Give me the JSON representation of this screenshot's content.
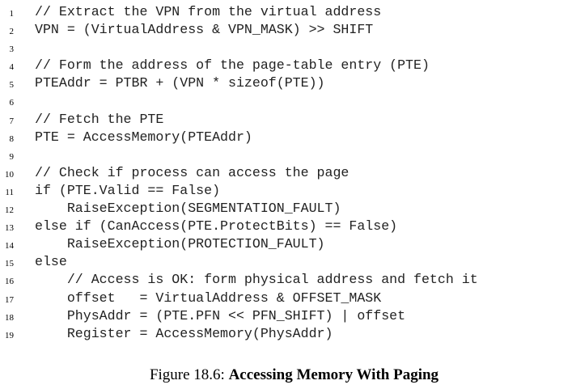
{
  "code_lines": [
    {
      "num": "1",
      "text": "// Extract the VPN from the virtual address"
    },
    {
      "num": "2",
      "text": "VPN = (VirtualAddress & VPN_MASK) >> SHIFT"
    },
    {
      "num": "3",
      "text": ""
    },
    {
      "num": "4",
      "text": "// Form the address of the page-table entry (PTE)"
    },
    {
      "num": "5",
      "text": "PTEAddr = PTBR + (VPN * sizeof(PTE))"
    },
    {
      "num": "6",
      "text": ""
    },
    {
      "num": "7",
      "text": "// Fetch the PTE"
    },
    {
      "num": "8",
      "text": "PTE = AccessMemory(PTEAddr)"
    },
    {
      "num": "9",
      "text": ""
    },
    {
      "num": "10",
      "text": "// Check if process can access the page"
    },
    {
      "num": "11",
      "text": "if (PTE.Valid == False)"
    },
    {
      "num": "12",
      "text": "    RaiseException(SEGMENTATION_FAULT)"
    },
    {
      "num": "13",
      "text": "else if (CanAccess(PTE.ProtectBits) == False)"
    },
    {
      "num": "14",
      "text": "    RaiseException(PROTECTION_FAULT)"
    },
    {
      "num": "15",
      "text": "else"
    },
    {
      "num": "16",
      "text": "    // Access is OK: form physical address and fetch it"
    },
    {
      "num": "17",
      "text": "    offset   = VirtualAddress & OFFSET_MASK"
    },
    {
      "num": "18",
      "text": "    PhysAddr = (PTE.PFN << PFN_SHIFT) | offset"
    },
    {
      "num": "19",
      "text": "    Register = AccessMemory(PhysAddr)"
    }
  ],
  "caption": {
    "label": "Figure 18.6:",
    "title": "Accessing Memory With Paging"
  }
}
